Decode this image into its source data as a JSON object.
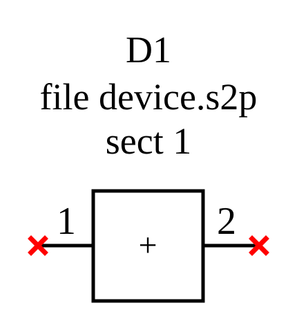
{
  "component": {
    "designator": "D1",
    "file_line": "file device.s2p",
    "section_line": "sect 1",
    "symbol": "+"
  },
  "ports": [
    {
      "number": "1",
      "side": "left"
    },
    {
      "number": "2",
      "side": "right"
    }
  ],
  "colors": {
    "line": "#000000",
    "port_marker": "#ff0000",
    "background": "#ffffff"
  },
  "icons": {
    "port_marker": "red-x-marker-icon"
  }
}
